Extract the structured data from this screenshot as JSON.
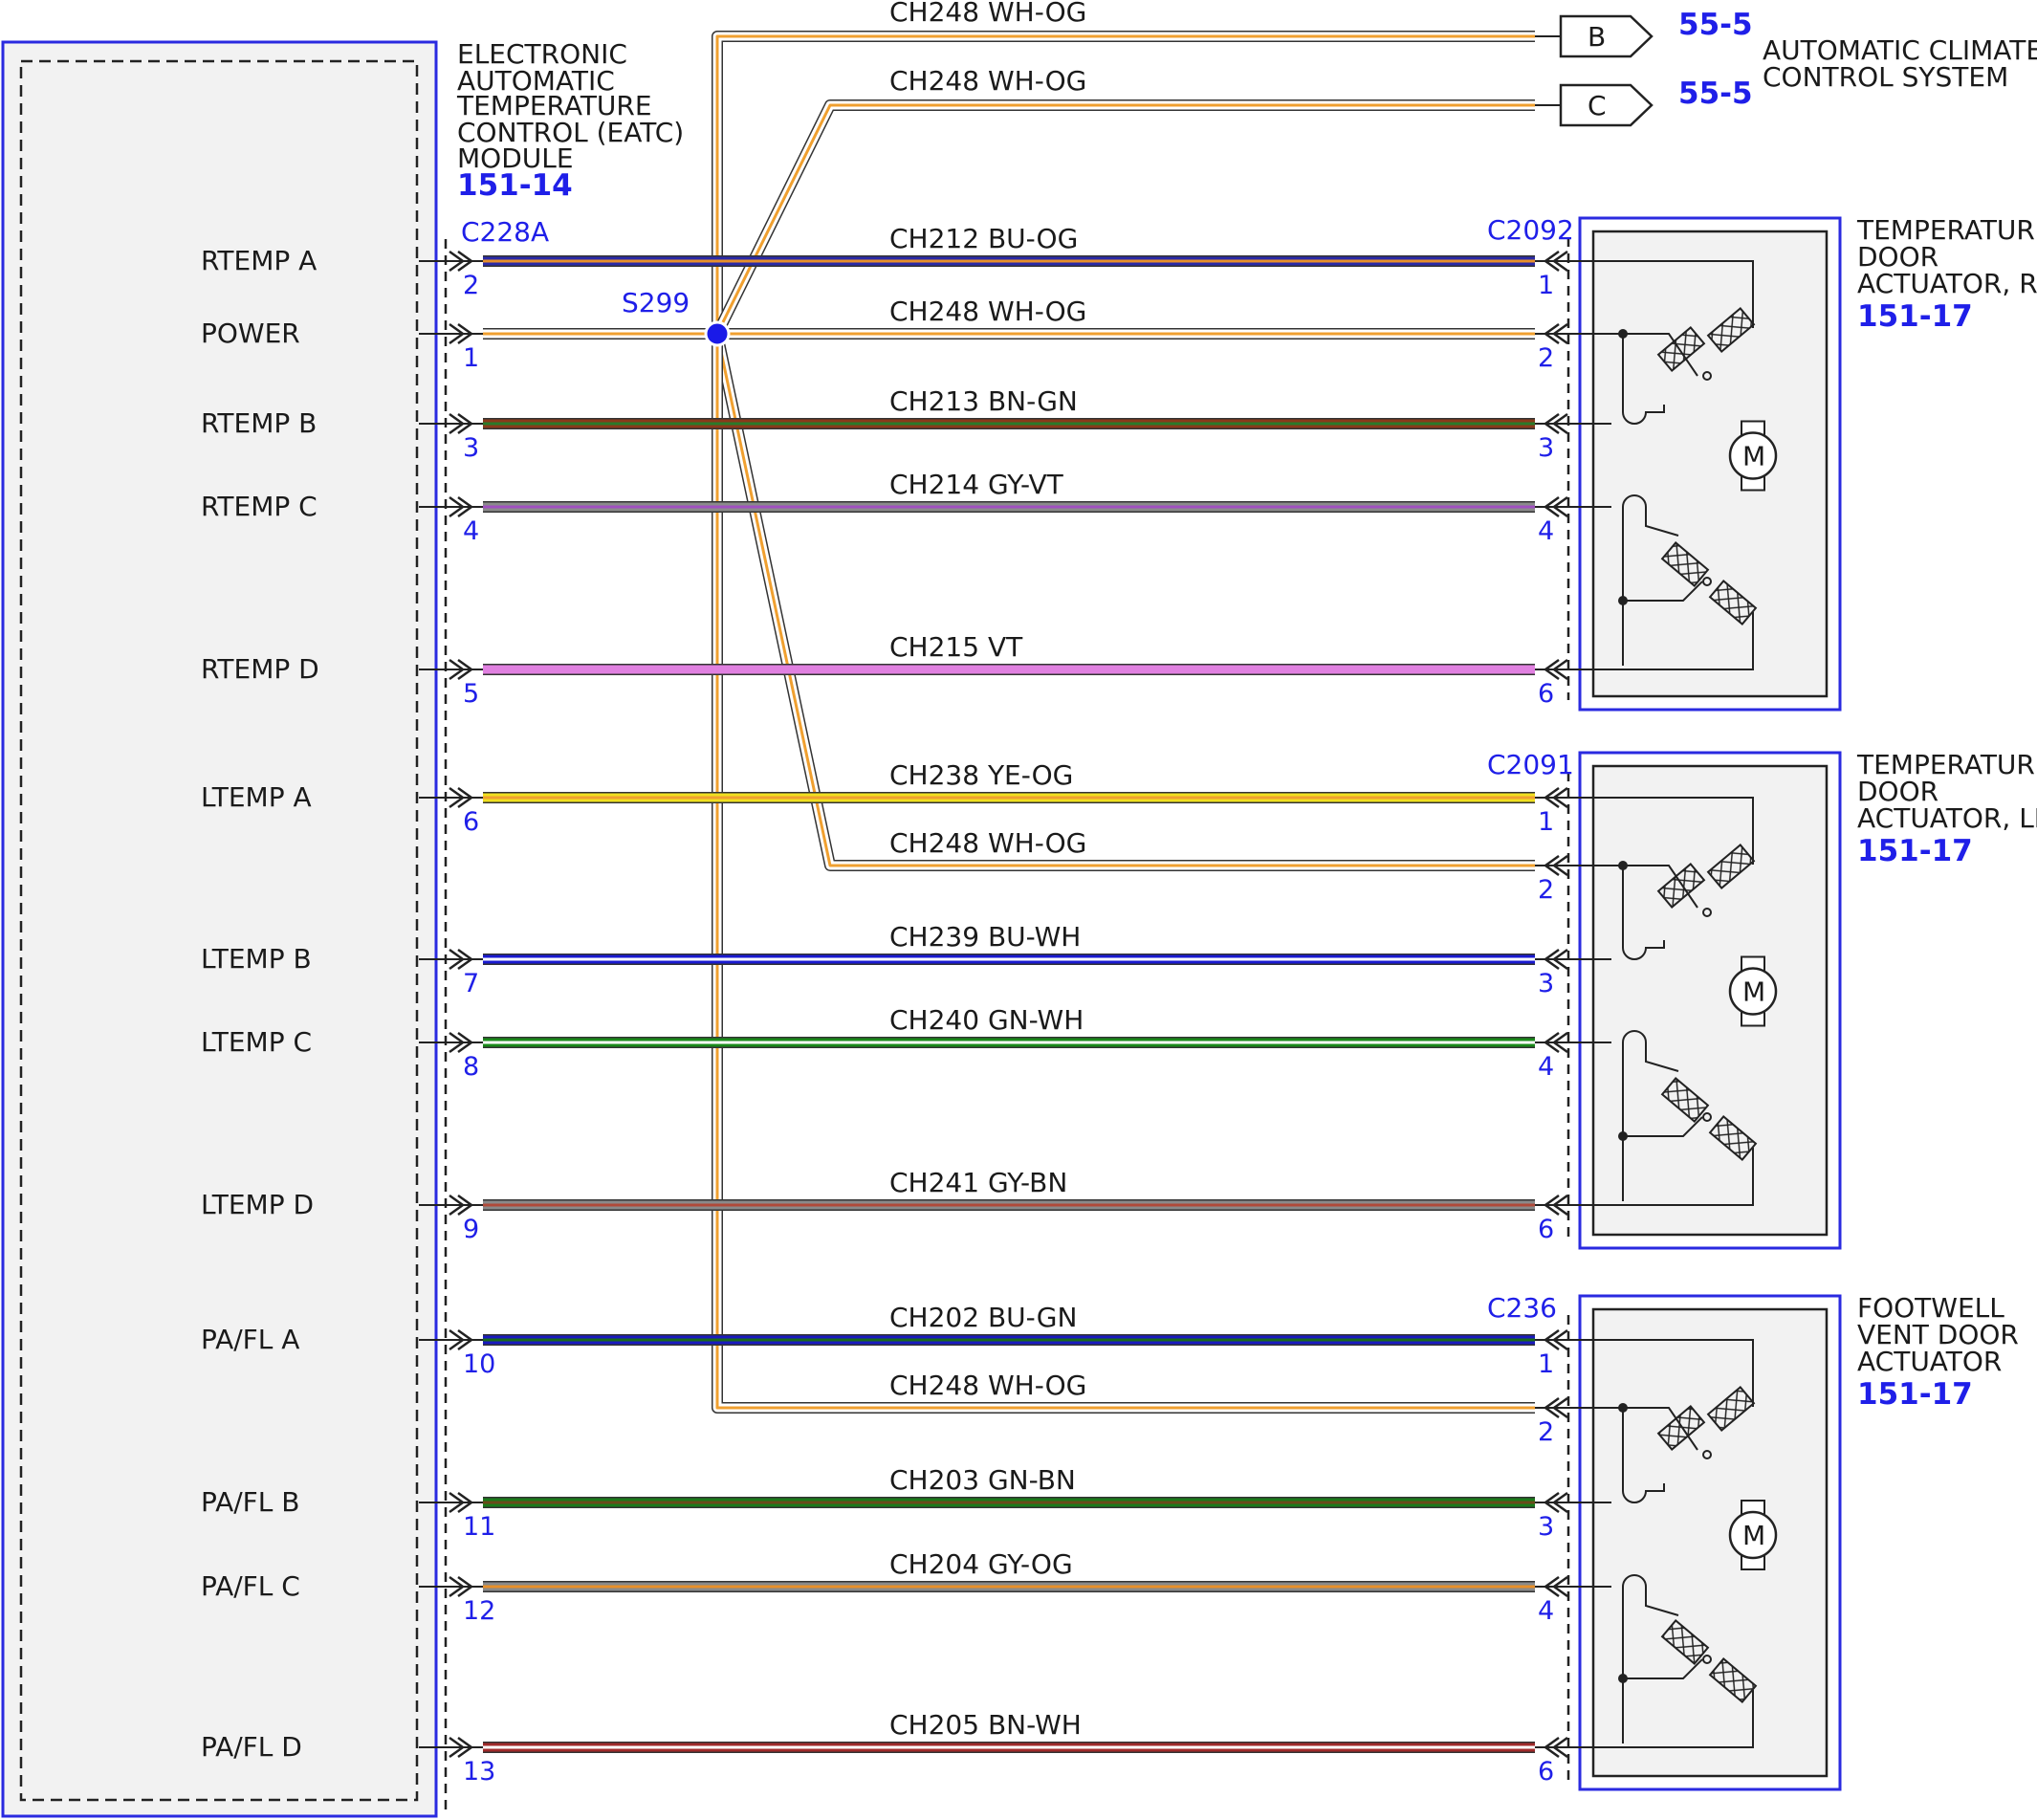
{
  "eatc_module": {
    "title_lines": [
      "ELECTRONIC",
      "AUTOMATIC",
      "TEMPERATURE",
      "CONTROL (EATC)",
      "MODULE"
    ],
    "ref": "151-14",
    "connector": "C228A"
  },
  "splice": "S299",
  "climate": {
    "title_lines": [
      "AUTOMATIC CLIMATE",
      "CONTROL SYSTEM"
    ],
    "outputs": [
      {
        "letter": "B",
        "circuit": "CH248  WH-OG",
        "ref": "55-5"
      },
      {
        "letter": "C",
        "circuit": "CH248  WH-OG",
        "ref": "55-5"
      }
    ]
  },
  "actuators": [
    {
      "title_lines": [
        "TEMPERATURE",
        "DOOR",
        "ACTUATOR, RH"
      ],
      "ref": "151-17",
      "connector": "C2092"
    },
    {
      "title_lines": [
        "TEMPERATURE",
        "DOOR",
        "ACTUATOR, LH"
      ],
      "ref": "151-17",
      "connector": "C2091"
    },
    {
      "title_lines": [
        "FOOTWELL",
        "VENT DOOR",
        "ACTUATOR"
      ],
      "ref": "151-17",
      "connector": "C236"
    }
  ],
  "motor_label": "M",
  "wires": [
    {
      "signal": "RTEMP A",
      "circuit": "CH212  BU-OG",
      "module_pin": "2",
      "actuator_pin": "1",
      "colors": [
        "#2a2aa8",
        "#e8902a"
      ]
    },
    {
      "signal": "POWER",
      "circuit": "CH248  WH-OG",
      "module_pin": "1",
      "actuator_pin": "2",
      "colors": [
        "#ffffff",
        "#f0a030"
      ]
    },
    {
      "signal": "RTEMP B",
      "circuit": "CH213  BN-GN",
      "module_pin": "3",
      "actuator_pin": "3",
      "colors": [
        "#8a3a1a",
        "#2a7a2a"
      ]
    },
    {
      "signal": "RTEMP C",
      "circuit": "CH214   GY-VT",
      "module_pin": "4",
      "actuator_pin": "4",
      "colors": [
        "#8a8a8a",
        "#a050c0"
      ]
    },
    {
      "signal": "RTEMP D",
      "circuit": "CH215   VT",
      "module_pin": "5",
      "actuator_pin": "6",
      "colors": [
        "#e080e0",
        "#e080e0"
      ]
    },
    {
      "signal": "LTEMP A",
      "circuit": "CH238  YE-OG",
      "module_pin": "6",
      "actuator_pin": "1",
      "colors": [
        "#f0e020",
        "#f0a030"
      ]
    },
    {
      "signal": "",
      "circuit": "CH248  WH-OG",
      "module_pin": "",
      "actuator_pin": "2",
      "colors": [
        "#ffffff",
        "#f0a030"
      ]
    },
    {
      "signal": "LTEMP B",
      "circuit": "CH239  BU-WH",
      "module_pin": "7",
      "actuator_pin": "3",
      "colors": [
        "#1a1ad0",
        "#ffffff"
      ]
    },
    {
      "signal": "LTEMP C",
      "circuit": "CH240  GN-WH",
      "module_pin": "8",
      "actuator_pin": "4",
      "colors": [
        "#1a8a1a",
        "#ffffff"
      ]
    },
    {
      "signal": "LTEMP D",
      "circuit": "CH241  GY-BN",
      "module_pin": "9",
      "actuator_pin": "6",
      "colors": [
        "#8a8a8a",
        "#b04a3a"
      ]
    },
    {
      "signal": "PA/FL A",
      "circuit": "CH202  BU-GN",
      "module_pin": "10",
      "actuator_pin": "1",
      "colors": [
        "#1a1ac0",
        "#1a6a1a"
      ]
    },
    {
      "signal": "",
      "circuit": "CH248  WH-OG",
      "module_pin": "",
      "actuator_pin": "2",
      "colors": [
        "#ffffff",
        "#f0a030"
      ]
    },
    {
      "signal": "PA/FL B",
      "circuit": "CH203  GN-BN",
      "module_pin": "11",
      "actuator_pin": "3",
      "colors": [
        "#1a7a1a",
        "#6a4a1a"
      ]
    },
    {
      "signal": "PA/FL C",
      "circuit": "CH204  GY-OG",
      "module_pin": "12",
      "actuator_pin": "4",
      "colors": [
        "#8a8a8a",
        "#e8902a"
      ]
    },
    {
      "signal": "PA/FL D",
      "circuit": "CH205  BN-WH",
      "module_pin": "13",
      "actuator_pin": "6",
      "colors": [
        "#a02a2a",
        "#ffffff"
      ]
    }
  ]
}
